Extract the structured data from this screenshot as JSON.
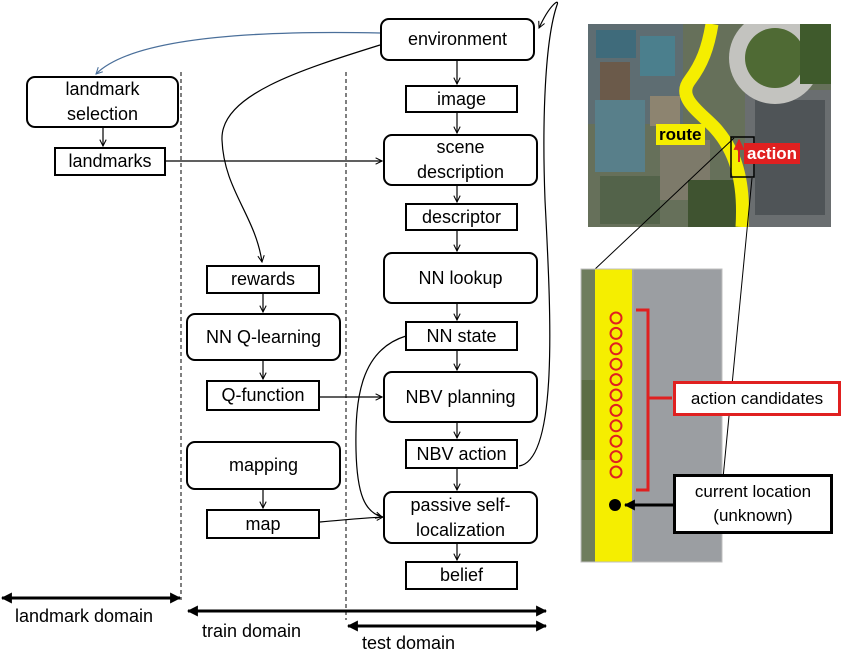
{
  "nodes": {
    "landmark_selection": "landmark\nselection",
    "landmarks": "landmarks",
    "environment": "environment",
    "image": "image",
    "scene_description": "scene\ndescription",
    "descriptor": "descriptor",
    "nn_lookup": "NN lookup",
    "nn_state": "NN state",
    "rewards": "rewards",
    "nn_qlearning": "NN Q-learning",
    "q_function": "Q-function",
    "nbv_planning": "NBV planning",
    "nbv_action": "NBV action",
    "mapping": "mapping",
    "map": "map",
    "passive_self_localization": "passive self-\nlocalization",
    "belief": "belief"
  },
  "domains": {
    "landmark": "landmark domain",
    "train": "train domain",
    "test": "test domain"
  },
  "aerial": {
    "route_label": "route",
    "action_label": "action"
  },
  "zoom": {
    "action_candidates": "action candidates",
    "current_location": "current location\n(unknown)"
  },
  "colors": {
    "route_yellow": "#f5ee00",
    "action_red": "#e02020",
    "arc_blue": "#4a6f9a"
  }
}
